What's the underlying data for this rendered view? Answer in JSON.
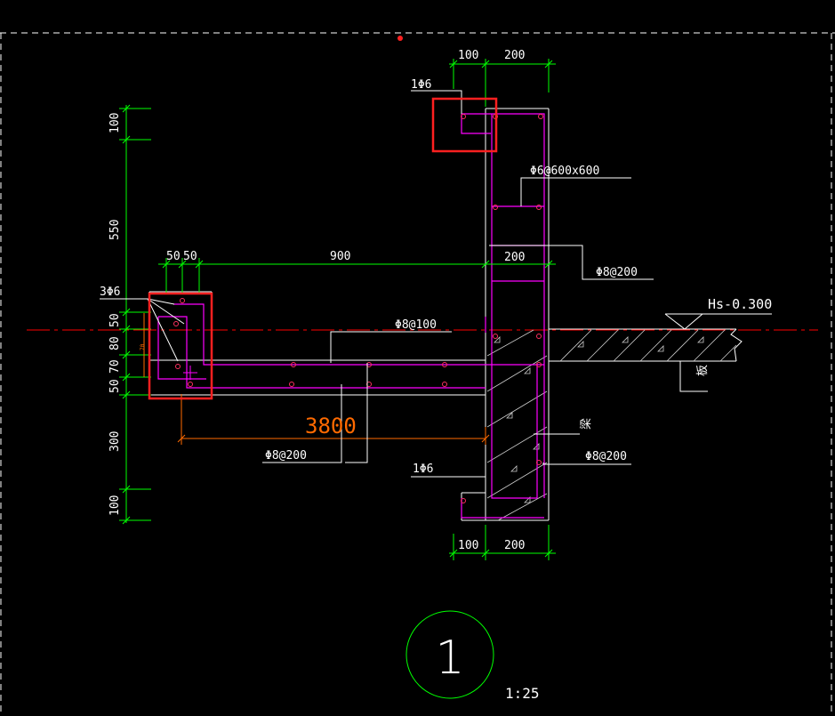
{
  "dimensions": {
    "top_100": "100",
    "top_200": "200",
    "bottom_100": "100",
    "bottom_200": "200",
    "mid_200": "200",
    "left_50a": "50",
    "left_50b": "50",
    "span_900": "900",
    "v_100_top": "100",
    "v_550": "550",
    "v_50": "50",
    "v_80": "80",
    "v_70": "70",
    "v_50b": "50",
    "v_300": "300",
    "v_100_bottom": "100"
  },
  "labels": {
    "bar_1phi6_top": "1Φ6",
    "bar_1phi6_bottom": "1Φ6",
    "bar_3phi6": "3Φ6",
    "stirrup_phi6_600": "Φ6@600x600",
    "stirrup_phi8_200_right": "Φ8@200",
    "stirrup_phi8_100": "Φ8@100",
    "stirrup_phi8_200_left": "Φ8@200",
    "stirrup_phi8_200_beam": "Φ8@200",
    "elevation": "Hs-0.300",
    "slab": "板",
    "beam": "梁",
    "small_mark": "70",
    "overall_length": "3800",
    "detail_number": "1",
    "scale": "1:25"
  },
  "colors": {
    "background": "#000000",
    "dimension": "#00ff00",
    "rebar": "#ff00ff",
    "concrete": "#ffffff",
    "highlight": "#ff2020",
    "axis": "#ff0000",
    "orange_dim": "#ff6a00"
  }
}
